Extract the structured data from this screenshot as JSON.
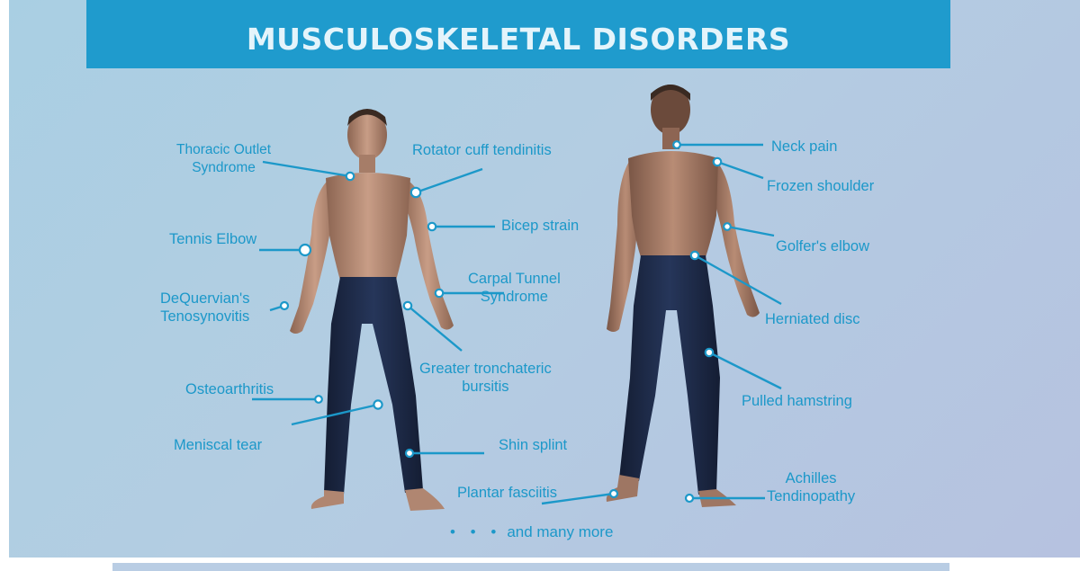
{
  "title": "MUSCULOSKELETAL DISORDERS",
  "labels": {
    "thoracic_outlet": "Thoracic Outlet\nSyndrome",
    "rotator_cuff": "Rotator cuff tendinitis",
    "tennis_elbow": "Tennis Elbow",
    "bicep_strain": "Bicep strain",
    "dequervain": "DeQuervian's\nTenosynovitis",
    "carpal_tunnel": "Carpal Tunnel\nSyndrome",
    "greater_trochanteric": "Greater tronchateric\nbursitis",
    "osteoarthritis": "Osteoarthritis",
    "meniscal_tear": "Meniscal tear",
    "shin_splint": "Shin splint",
    "plantar_fasciitis": "Plantar fasciitis",
    "neck_pain": "Neck pain",
    "frozen_shoulder": "Frozen shoulder",
    "golfers_elbow": "Golfer's elbow",
    "herniated_disc": "Herniated disc",
    "pulled_hamstring": "Pulled hamstring",
    "achilles": "Achilles\nTendinopathy"
  },
  "footer": {
    "dots": "• • •",
    "more": "and many more"
  },
  "colors": {
    "accent": "#1c98c9",
    "banner": "#1f9bcd",
    "skin": "#b98f78",
    "pants": "#1d2a45"
  }
}
